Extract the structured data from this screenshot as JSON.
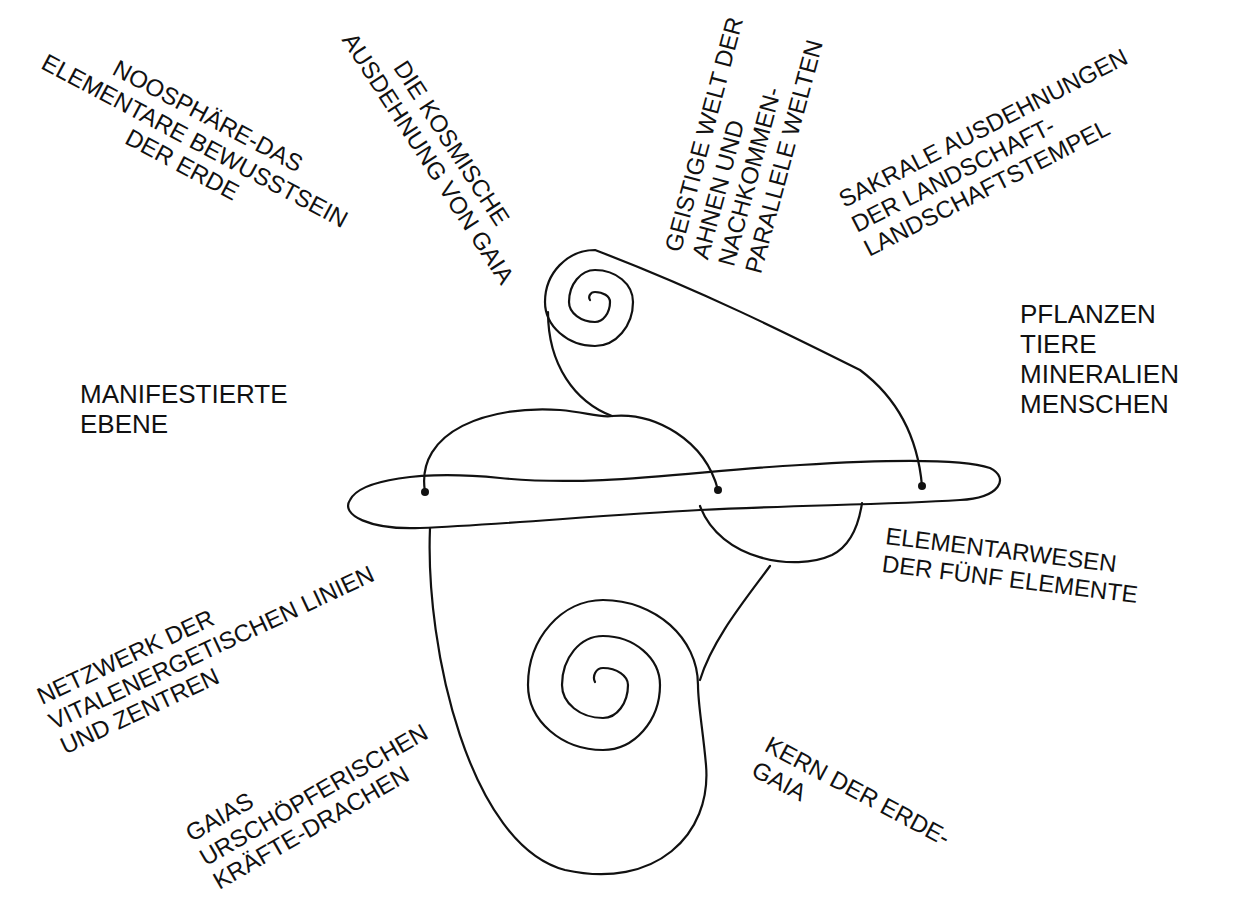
{
  "diagram": {
    "labels": [
      "NOOSPHÄRE-DAS ELEMENTARE BEWUSSTSEIN DER ERDE",
      "DIE KOSMISCHE AUSDEHNUNG VON GAIA",
      "GEISTIGE WELT DER AHNEN UND NACHKOMMEN- PARALLELE WELTEN",
      "SAKRALE AUSDEHNUNGEN DER LANDSCHAFT- LANDSCHAFTSTEMPEL",
      "MANIFESTIERTE EBENE",
      "PFLANZEN TIERE MINERALIEN MENSCHEN",
      "ELEMENTARWESEN DER FÜNF ELEMENTE",
      "KERN DER ERDE- GAIA",
      "GAIAS URSCHÖPFERISCHEN KRÄFTE-DRACHEN",
      "NETZWERK DER VITALENERGETISCHEN LINIEN UND ZENTREN"
    ]
  }
}
